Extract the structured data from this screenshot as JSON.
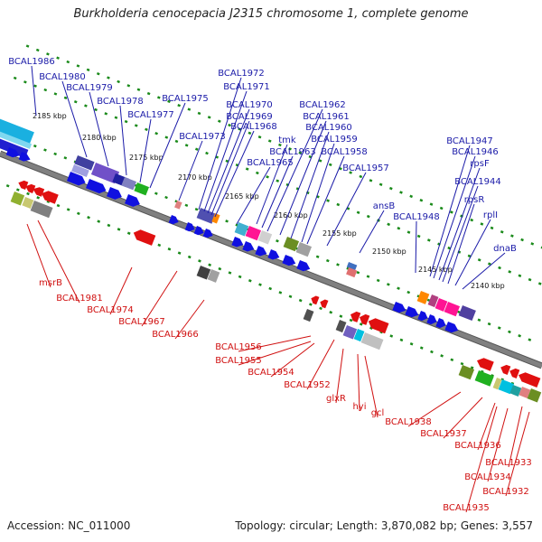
{
  "title": "Burkholderia cenocepacia J2315 chromosome 1, complete genome",
  "footer": {
    "accession": "Accession: NC_011000",
    "stats": "Topology: circular; Length: 3,870,082 bp; Genes: 3,557"
  },
  "colors": {
    "backbone": "#808080",
    "label_top": "#1a1aa8",
    "label_bottom": "#d01010",
    "forward_gene": "#1010e0",
    "reverse_gene": "#e01010",
    "tick": "#1a8a1a"
  },
  "ticks": [
    "2185 kbp",
    "2180 kbp",
    "2175 kbp",
    "2170 kbp",
    "2165 kbp",
    "2160 kbp",
    "2155 kbp",
    "2150 kbp",
    "2145 kbp",
    "2140 kbp"
  ],
  "top_labels": [
    "BCAL1986",
    "BCAL1980",
    "BCAL1979",
    "BCAL1978",
    "BCAL1977",
    "BCAL1975",
    "BCAL1973",
    "BCAL1972",
    "BCAL1971",
    "BCAL1970",
    "BCAL1969",
    "BCAL1968",
    "tmk",
    "BCAL1965",
    "BCAL1963",
    "BCAL1962",
    "BCAL1961",
    "BCAL1960",
    "BCAL1959",
    "BCAL1958",
    "BCAL1957",
    "ansB",
    "BCAL1948",
    "BCAL1947",
    "BCAL1946",
    "rpsF",
    "BCAL1944",
    "rpsR",
    "rplI",
    "dnaB"
  ],
  "bottom_labels": [
    "msrB",
    "BCAL1981",
    "BCAL1974",
    "BCAL1967",
    "BCAL1966",
    "BCAL1956",
    "BCAL1955",
    "BCAL1954",
    "BCAL1952",
    "glxR",
    "hyi",
    "gcl",
    "BCAL1938",
    "BCAL1937",
    "BCAL1936",
    "BCAL1933",
    "BCAL1934",
    "BCAL1932",
    "BCAL1935"
  ]
}
